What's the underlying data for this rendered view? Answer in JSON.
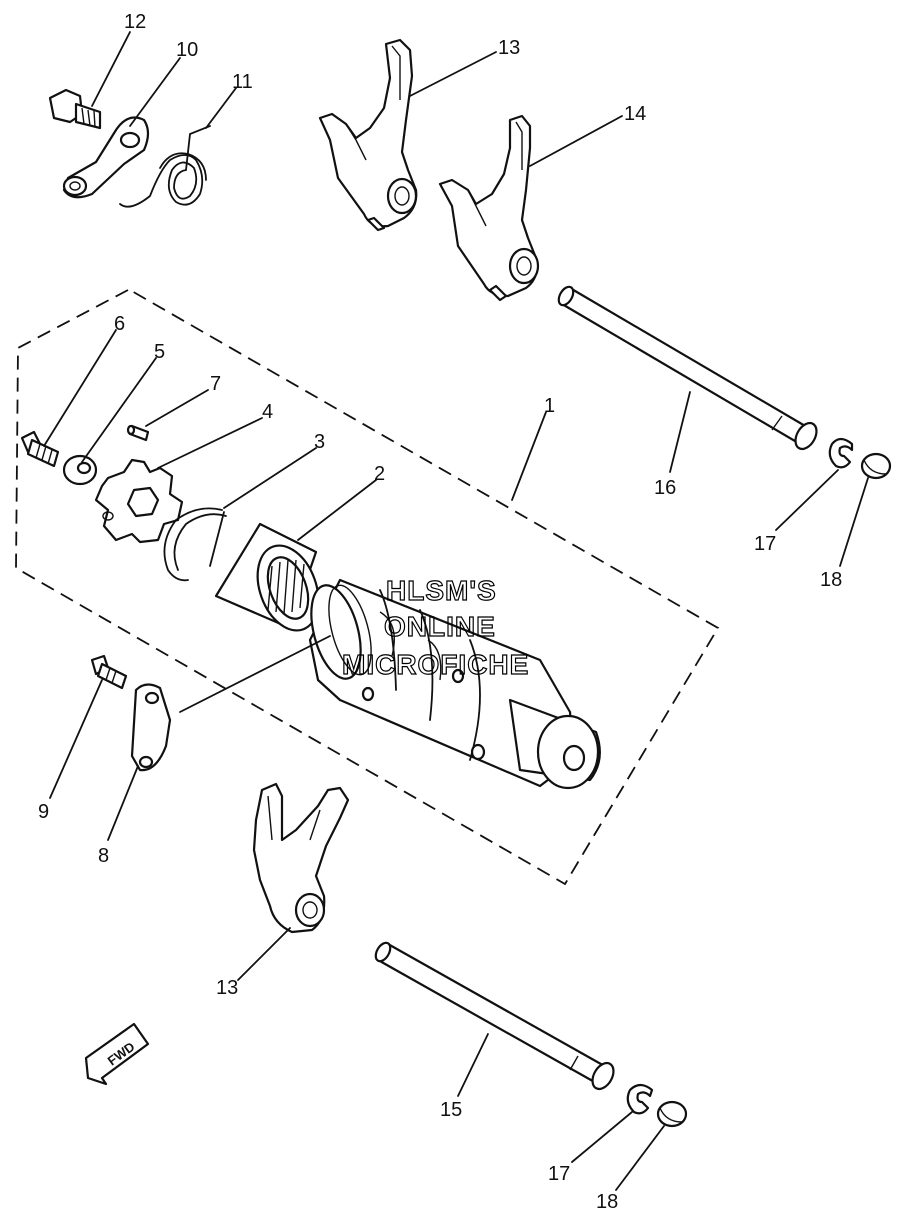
{
  "watermark": {
    "line1": "HLSM'S",
    "line2": "ONLINE",
    "line3": "MICROFICHE"
  },
  "fwd_label": "FWD",
  "callouts": [
    {
      "id": "c12",
      "text": "12"
    },
    {
      "id": "c10",
      "text": "10"
    },
    {
      "id": "c11",
      "text": "11"
    },
    {
      "id": "c13a",
      "text": "13"
    },
    {
      "id": "c14",
      "text": "14"
    },
    {
      "id": "c6",
      "text": "6"
    },
    {
      "id": "c5",
      "text": "5"
    },
    {
      "id": "c7",
      "text": "7"
    },
    {
      "id": "c4",
      "text": "4"
    },
    {
      "id": "c3",
      "text": "3"
    },
    {
      "id": "c2",
      "text": "2"
    },
    {
      "id": "c1",
      "text": "1"
    },
    {
      "id": "c16",
      "text": "16"
    },
    {
      "id": "c17a",
      "text": "17"
    },
    {
      "id": "c18a",
      "text": "18"
    },
    {
      "id": "c9",
      "text": "9"
    },
    {
      "id": "c8",
      "text": "8"
    },
    {
      "id": "c13b",
      "text": "13"
    },
    {
      "id": "c15",
      "text": "15"
    },
    {
      "id": "c17b",
      "text": "17"
    },
    {
      "id": "c18b",
      "text": "18"
    }
  ]
}
